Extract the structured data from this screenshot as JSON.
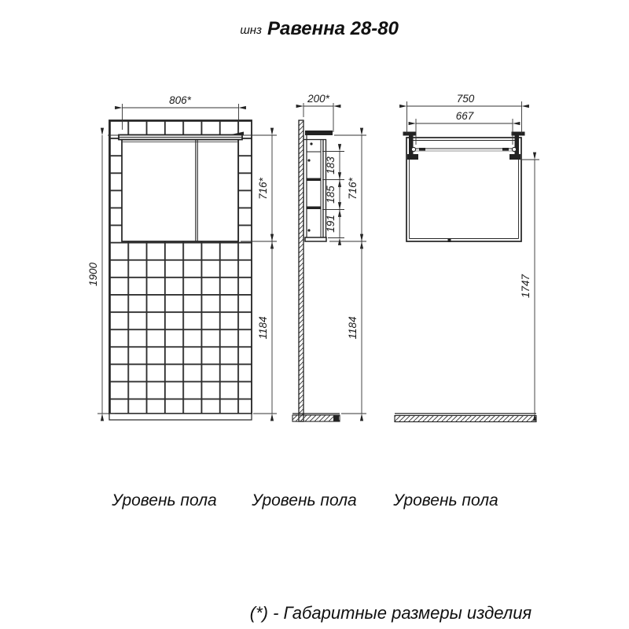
{
  "title": {
    "prefix": "шнз",
    "model": "Равенна 28-80"
  },
  "footnote": "(*) - Габаритные размеры изделия",
  "views": {
    "front": {
      "floor_label": "Уровень пола",
      "dims": {
        "width": "806*",
        "height": "716*",
        "wall_height": "1900",
        "bottom_clearance": "1184"
      }
    },
    "side": {
      "floor_label": "Уровень пола",
      "dims": {
        "depth": "200*",
        "compartments": [
          "183",
          "185",
          "191"
        ],
        "height": "716*",
        "bottom_clearance": "1184"
      }
    },
    "rear": {
      "floor_label": "Уровень пола",
      "dims": {
        "width": "750",
        "hanger_span": "667",
        "hanger_height": "1747"
      }
    }
  },
  "colors": {
    "ink": "#222222",
    "background": "#ffffff"
  }
}
